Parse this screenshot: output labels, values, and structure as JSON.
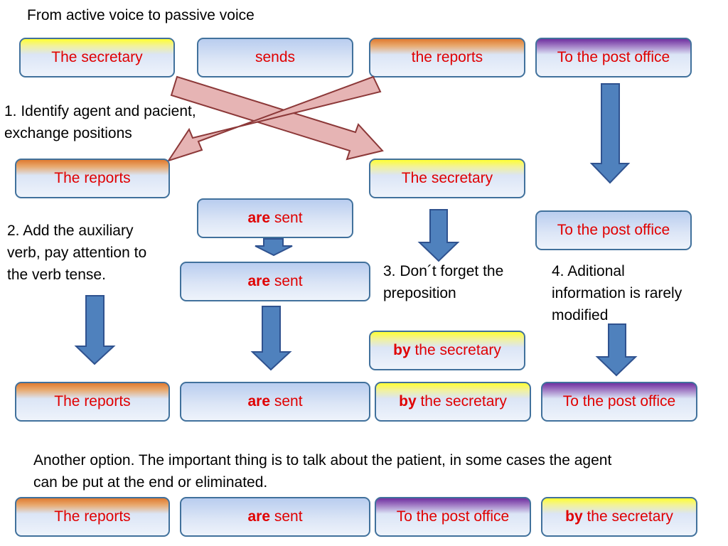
{
  "title": "From active voice to passive voice",
  "active_row": {
    "agent": "The secretary",
    "verb": "sends",
    "patient": "the reports",
    "extra": "To the post office"
  },
  "steps": {
    "step1_line1": "1.  Identify agent and pacient,",
    "step1_line2": "exchange positions",
    "step2_line1": "2. Add the auxiliary",
    "step2_line2": "verb, pay attention to",
    "step2_line3": "the verb tense.",
    "step3_line1": "3. Don´t forget the",
    "step3_line2": "preposition",
    "step4_line1": "4.  Aditional",
    "step4_line2": "information is rarely",
    "step4_line3": "modified"
  },
  "swap_row": {
    "patient": "The reports",
    "agent": "The secretary"
  },
  "aux": {
    "bold": "are",
    "rest": " sent"
  },
  "extra_mid": "To the post office",
  "by_phrase": {
    "bold": "by",
    "rest": " the secretary"
  },
  "result_row": {
    "patient": "The reports",
    "verb_bold": "are",
    "verb_rest": " sent",
    "by_bold": "by",
    "by_rest": " the secretary",
    "extra": "To the post office"
  },
  "note_line1": "Another option. The important thing is to talk about the patient, in some cases the agent",
  "note_line2": "can be put at the end or eliminated.",
  "alt_row": {
    "patient": "The reports",
    "verb_bold": "are",
    "verb_rest": " sent",
    "extra": "To the post office",
    "by_bold": "by",
    "by_rest": " the secretary"
  },
  "colors": {
    "box_border": "#41719c",
    "box_text": "#e00000",
    "arrow_blue": "#4f81bd",
    "arrow_blue_border": "#2f528f",
    "cross_fill": "#e6b4b4",
    "cross_border": "#8c3838",
    "yellow_accent": "#ffff33",
    "orange_accent": "#e07a30",
    "purple_accent": "#7030a0"
  }
}
